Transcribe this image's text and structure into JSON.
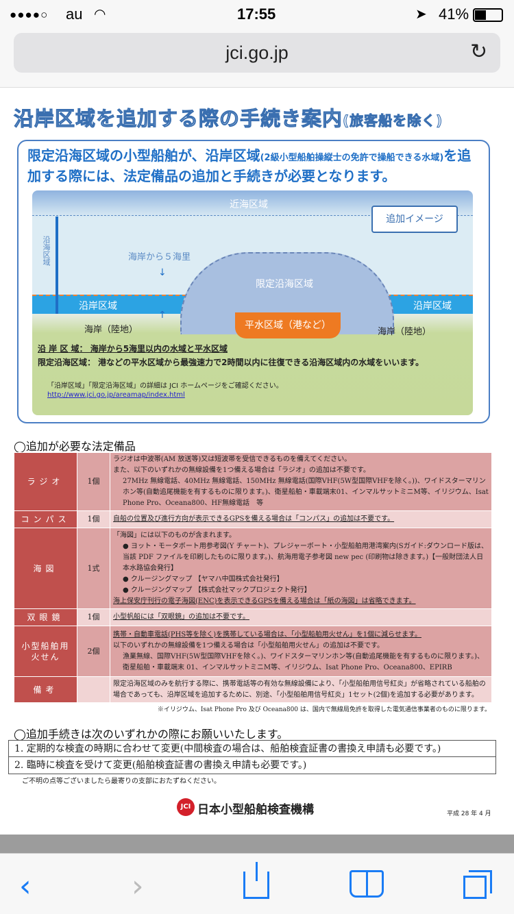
{
  "status": {
    "carrier": "au",
    "time": "17:55",
    "battery": "41%"
  },
  "browser": {
    "url": "jci.go.jp"
  },
  "page": {
    "title": "沿岸区域を追加する際の手続き案内",
    "title_note": "(旅客船を除く)",
    "lead_a": "限定沿海区域の小型船舶が、沿岸区域",
    "lead_note": "(2級小型船舶操縦士の免許で操船できる水域)",
    "lead_b": "を追加する際には、法定備品の追加と手続きが必要となります。",
    "diagram": {
      "near_sea": "近海区域",
      "add_image": "追加イメージ",
      "coastal_sea": "沿海区域",
      "five_nm": "海岸から５海里",
      "limited": "限定沿海区域",
      "coastal_left": "沿岸区域",
      "coastal_right": "沿岸区域",
      "land_left": "海岸（陸地）",
      "land_right": "海岸（陸地）",
      "harbor": "平水区域（港など）",
      "def1": "沿 岸 区 域：  海岸から5海里以内の水域と平水区域",
      "def2": "限定沿海区域：  港などの平水区域から最強速力で2時間以内に往復できる沿海区域内の水域をいいます。",
      "note": "「沿岸区域」「限定沿海区域」の詳細は JCI ホームページをご確認ください。",
      "link": "http://www.jci.go.jp/areamap/index.html"
    },
    "equip_heading": "◯追加が必要な法定備品",
    "rows": [
      {
        "name": "ラジオ",
        "qty": "1個",
        "lines": [
          "ラジオは中波帯(AM 放送等)又は短波帯を受信できるものを備えてください。",
          "また、以下のいずれかの無線設備を1つ備える場合は「ラジオ」の追加は不要です。",
          "27MHz 無線電話、40MHz 無線電話、150MHz 無線電話(国際VHF(5W型国際VHFを除く。))、ワイドスターマリンホン等(自動追尾機能を有するものに限ります。)、衛星船舶・車載端末01、インマルサットミニM等、イリジウム、Isat Phone Pro、Oceana800、HF無線電話　等"
        ]
      },
      {
        "name": "コンパス",
        "qty": "1個",
        "lines": [
          "自船の位置及び進行方向が表示できるGPSを備える場合は「コンパス」の追加は不要です。"
        ]
      },
      {
        "name": "海図",
        "qty": "1式",
        "lines": [
          "「海図」には以下のものが含まれます。",
          "● ヨット・モータボート用参考図(Y チャート)、プレジャーボート・小型船舶用港湾案内(Sガイド:ダウンロード版は、当該 PDF ファイルを印刷したものに限ります。)、航海用電子参考図 new pec (印刷物は除きます。)【一般財団法人日本水路協会発行】",
          "● クルージングマップ 【ヤマハ中国株式会社発行】",
          "● クルージングマップ 【株式会社マックプロジェクト発行】",
          "海上保安庁刊行の電子海図(ENC)を表示できるGPSを備える場合は「紙の海図」は省略できます。"
        ]
      },
      {
        "name": "双眼鏡",
        "qty": "1個",
        "lines": [
          "小型帆船には「双眼鏡」の追加は不要です。"
        ]
      },
      {
        "name": "小型船舶用火せん",
        "qty": "2個",
        "lines": [
          "携帯・自動車電話(PHS等を除く)を携帯している場合は、「小型船舶用火せん」を1個に減らせます。",
          "以下のいずれかの無線設備を1つ備える場合は「小型船舶用火せん」の追加は不要です。",
          "漁業無線、国際VHF(5W型国際VHFを除く。)、ワイドスターマリンホン等(自動追尾機能を有するものに限ります。)、衛星船舶・車載端末 01、インマルサットミニM等、イリジウム、Isat Phone Pro、Oceana800、EPIRB"
        ]
      },
      {
        "name": "備考",
        "qty": "",
        "lines": [
          "限定沿海区域のみを航行する際に、携帯電話等の有効な無線設備により、「小型船舶用信号紅炎」が省略されている船舶の場合であっても、沿岸区域を追加するために、別途、「小型船舶用信号紅炎」1セット(2個)を追加する必要があります。"
        ]
      }
    ],
    "footnote": "※イリジウム、Isat Phone Pro 及び Oceana800 は、国内で無線局免許を取得した電気通信事業者のものに限ります。",
    "proc_heading": "◯追加手続きは次のいずれかの際にお願いいたします。",
    "steps": [
      "1. 定期的な検査の時期に合わせて変更(中間検査の場合は、船舶検査証書の書換え申請も必要です。)",
      "2. 臨時に検査を受けて変更(船舶検査証書の書換え申請も必要です。)"
    ],
    "inquiry": "ご不明の点等ございましたら最寄りの支部におたずねください。",
    "org_logo": "JCI",
    "org": "日本小型船舶検査機構",
    "date": "平成 28 年 4 月"
  }
}
